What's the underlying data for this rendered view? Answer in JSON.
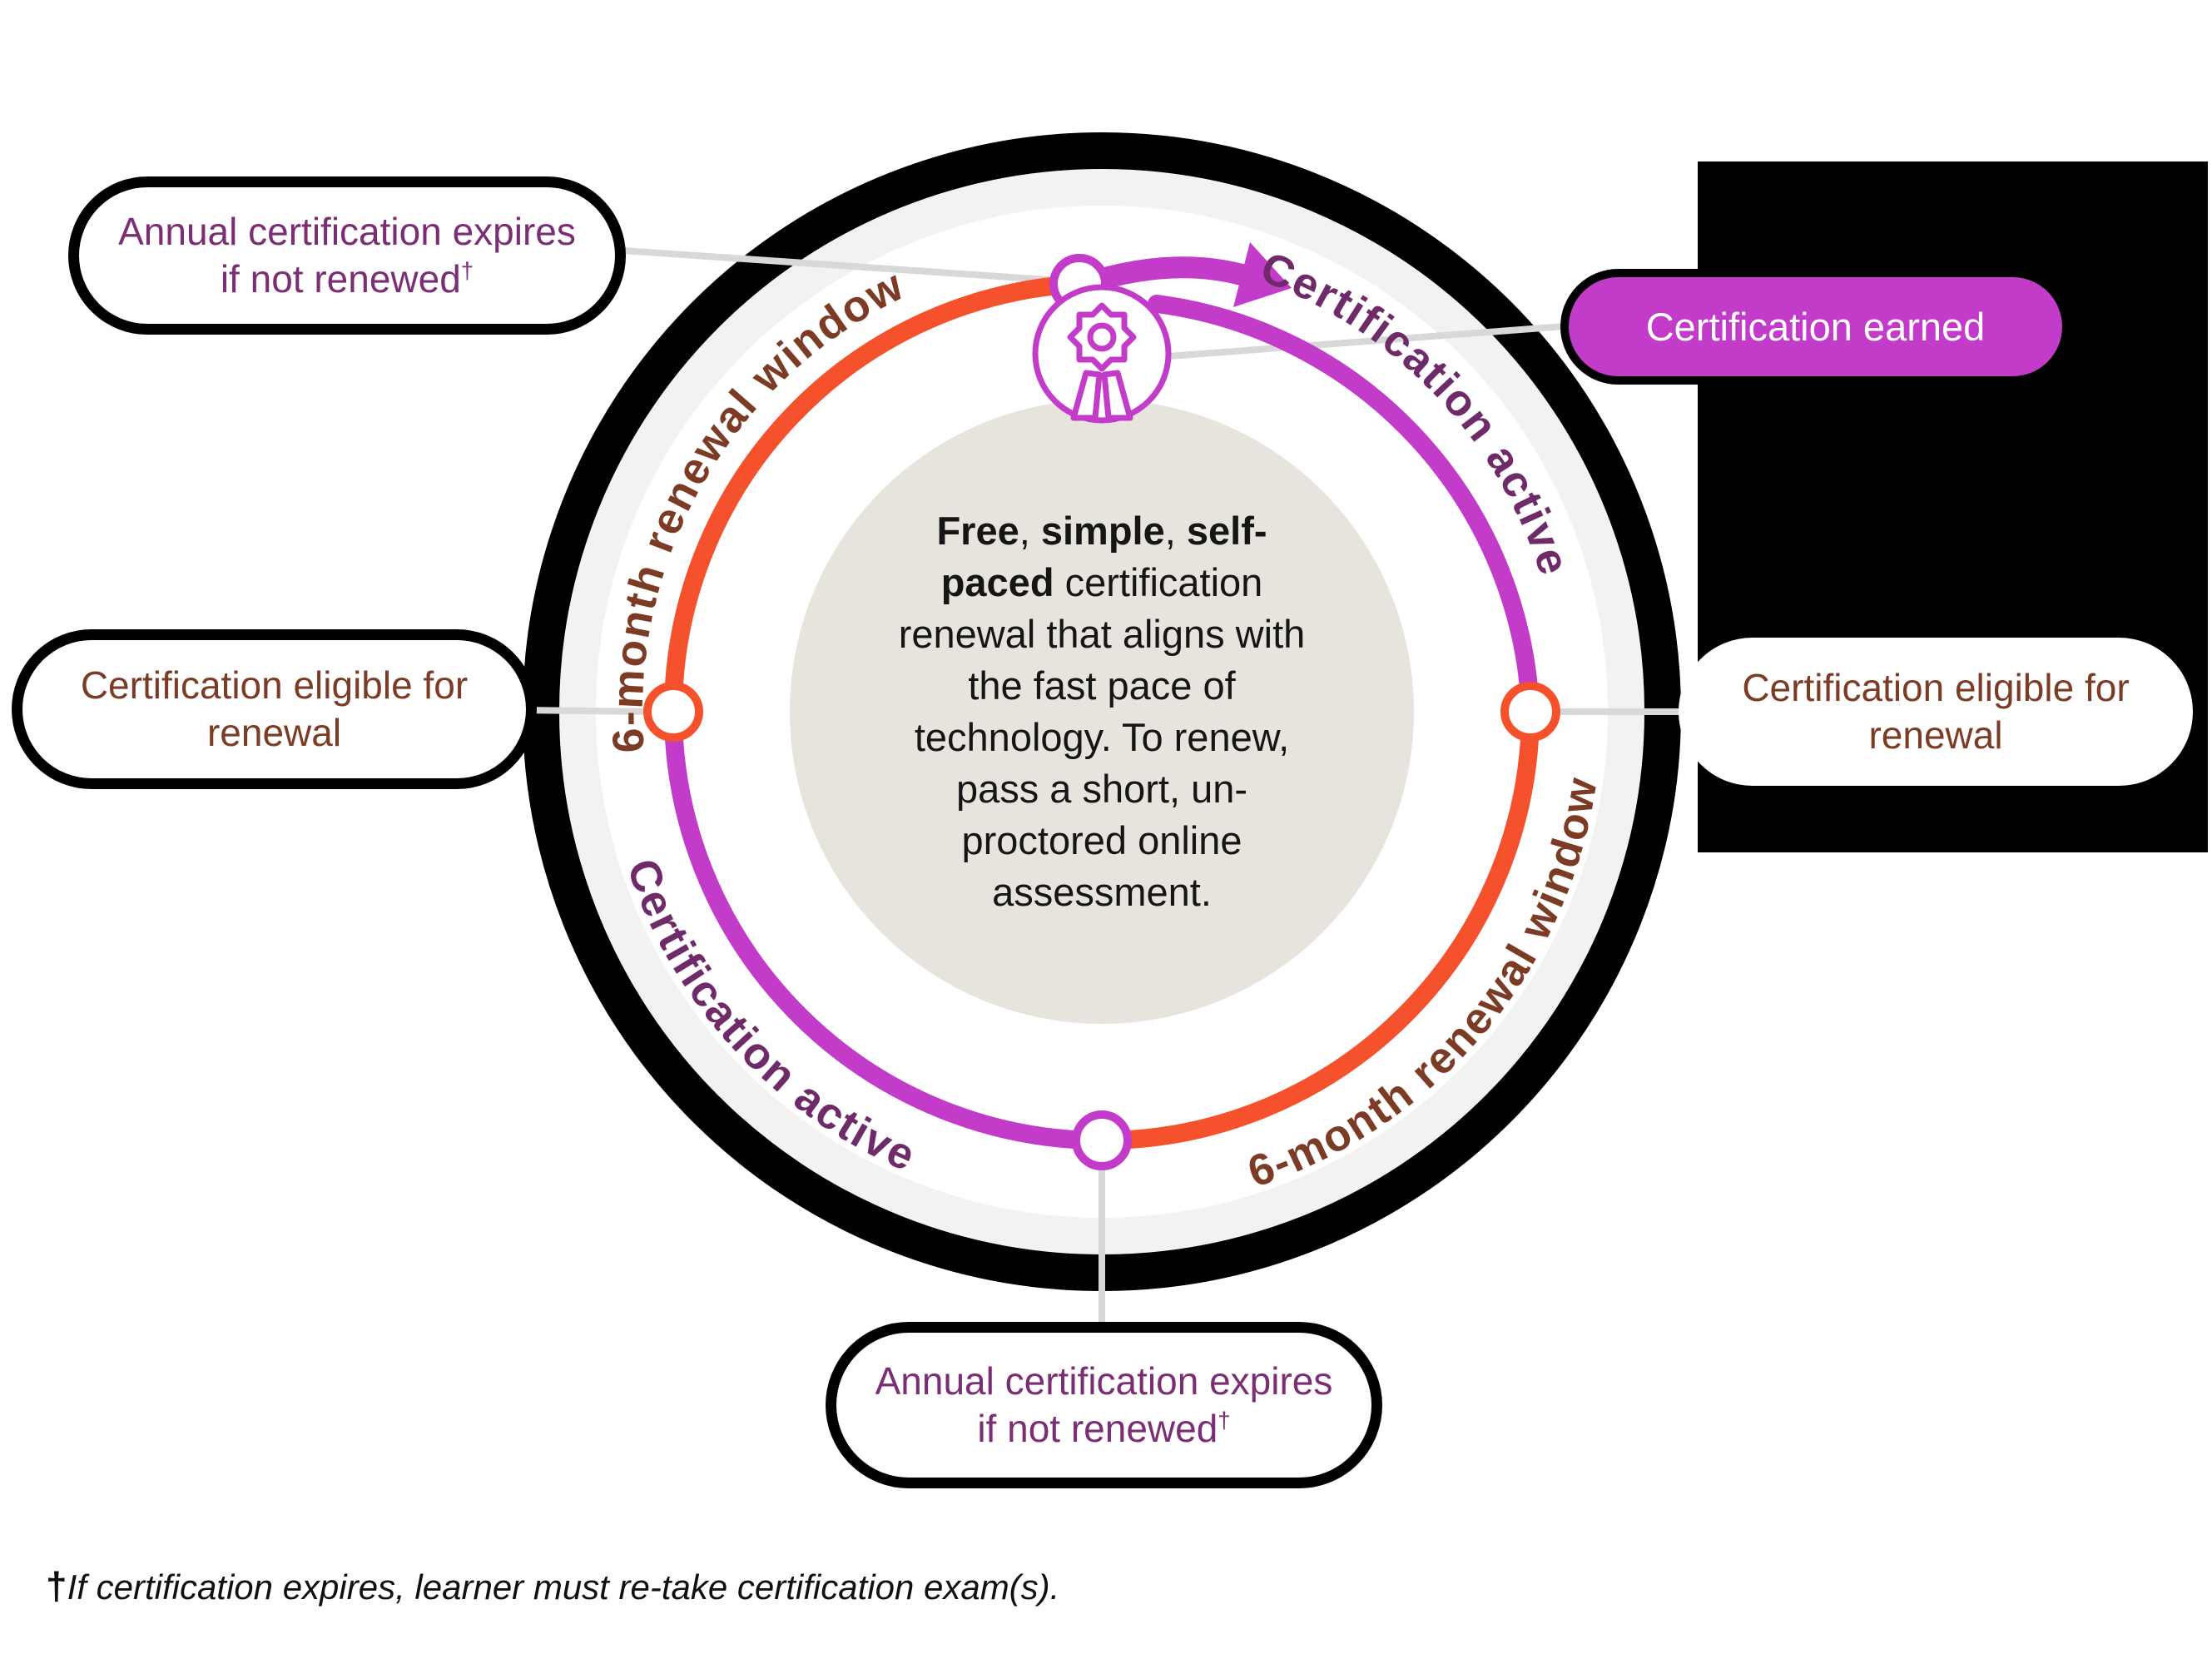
{
  "colors": {
    "magenta": "#C23BC9",
    "orange": "#F4512C",
    "purple": "#7B2E74",
    "purple_dark": "#6E2A69",
    "brown": "#7C3B25",
    "beige": "#E7E4DD",
    "ring_gray": "#F2F2F1",
    "line_gray": "#D8D8D8"
  },
  "diagram": {
    "arc_labels": {
      "top_left": "6-month renewal window",
      "top_right": "Certification active",
      "bottom_left": "Certification active",
      "bottom_right": "6-month renewal window"
    },
    "callouts": {
      "top_left": {
        "text": "Annual certification expires if not renewed",
        "sup": "†"
      },
      "left": {
        "text": "Certification eligible for renewal"
      },
      "right": {
        "text": "Certification eligible for renewal"
      },
      "bottom": {
        "text": "Annual certification expires if not renewed",
        "sup": "†"
      },
      "earned": {
        "text": "Certification earned"
      }
    },
    "center_text": {
      "bold1": "Free",
      "sep1": ", ",
      "bold2": "simple",
      "sep2": ", ",
      "bold3": "self-paced",
      "rest": " certification renewal that aligns with the fast pace of technology. To renew, pass a short, un-proctored online assessment."
    },
    "footnote": {
      "dagger": "†",
      "text": "If certification expires, learner must re-take certification exam(s)."
    }
  }
}
